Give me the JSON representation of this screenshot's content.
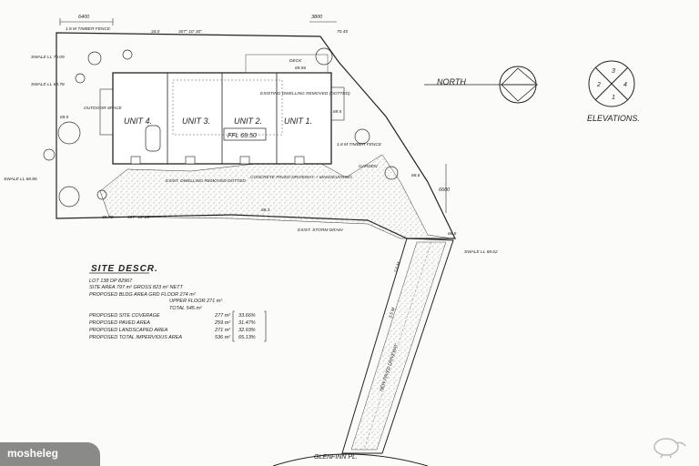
{
  "plan": {
    "units": [
      "UNIT 4.",
      "UNIT 3.",
      "UNIT 2.",
      "UNIT 1."
    ],
    "ffl": "FFL 69.50",
    "north": "NORTH",
    "elevations": "ELEVATIONS.",
    "elev_numbers": [
      "3",
      "4",
      "2",
      "1"
    ],
    "street": "GLENFINN PL.",
    "deck": "DECK",
    "dims": {
      "top_left": "6400",
      "top_right": "3800",
      "right": "6600",
      "bearing_top": "307° 10' 30\"",
      "bearing_bottom": "307° 10' 20\"",
      "dist_top": "34.0",
      "dist_bottom": "39.76",
      "frontage": "7.0 M",
      "width": "3.5 M"
    },
    "notes": {
      "timber_fence_top": "1.8 M TIMBER FENCE",
      "timber_fence_right": "1.8 M TIMBER FENCE",
      "existing_dwelling": "EXISTING DWELLING REMOVED (DOTTED)",
      "concrete_paved": "CONCRETE PAVED DRIVEWAY + MANOEUVRING",
      "exist_dwelling_removed": "EXIST. DWELLING REMOVED DOTTED",
      "swale_left": "SWALE LL 70.09",
      "swale_left2": "SWALE LL 69.78",
      "swale_right": "SWALE LL 68.62",
      "swale_bottom": "SWALE LL 68.86",
      "outdoor_space": "OUTDOOR SPACE",
      "exist_storm_drain": "EXIST. STORM DRAIN",
      "garden": "GARDEN",
      "new_paved_driveway": "NEW PAVED DRIVEWAY"
    },
    "levels": [
      "70.45",
      "69.56",
      "69.5",
      "68.6",
      "68.5",
      "69.5",
      "68.3"
    ]
  },
  "site": {
    "title": "SITE DESCR.",
    "lines": [
      "LOT 138  DP 82967",
      "SITE AREA 797 m²  GROSS 823 m²  NETT",
      "PROPOSED BLDG AREA  GRD FLOOR  274 m²",
      "UPPER FLOOR  271 m²",
      "TOTAL  545 m²"
    ],
    "coverage": [
      {
        "label": "PROPOSED SITE COVERAGE",
        "value": "277 m²",
        "pct": "33.66%"
      },
      {
        "label": "PROPOSED PAVED AREA",
        "value": "259 m²",
        "pct": "31.47%"
      },
      {
        "label": "PROPOSED LANDSCAPED AREA",
        "value": "271 m²",
        "pct": "32.93%"
      },
      {
        "label": "PROPOSED TOTAL IMPERVIOUS AREA",
        "value": "536 m²",
        "pct": "65.13%"
      }
    ]
  },
  "watermark": {
    "text": "mosheleg"
  }
}
